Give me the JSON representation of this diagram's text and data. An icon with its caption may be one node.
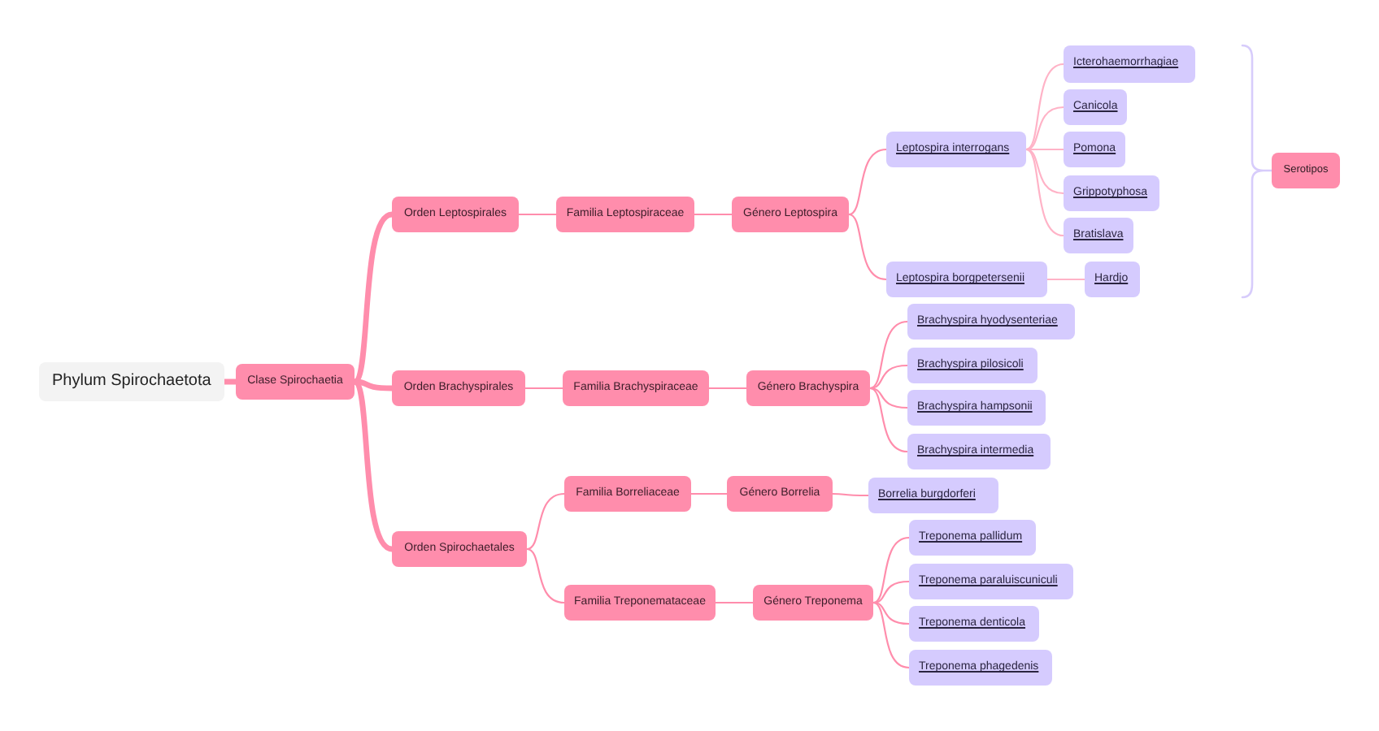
{
  "diagram": {
    "nodes": [
      {
        "text": [
          "Phylum Spirochaetota"
        ]
      },
      {
        "text": [
          "Clase Spirochaetia"
        ]
      },
      {
        "text": [
          "Orden Leptospirales"
        ]
      },
      {
        "text": [
          "Familia Leptospiraceae"
        ]
      },
      {
        "text": [
          "Género Leptospira"
        ]
      },
      {
        "text": [
          "Leptospira interrogans"
        ]
      },
      {
        "text": [
          "Icterohaemorrhagiae"
        ]
      },
      {
        "text": [
          "Canicola"
        ]
      },
      {
        "text": [
          "Pomona"
        ]
      },
      {
        "text": [
          "Grippotyphosa"
        ]
      },
      {
        "text": [
          "Bratislava"
        ]
      },
      {
        "text": [
          "Leptospira borgpetersenii"
        ]
      },
      {
        "text": [
          "Hardjo"
        ]
      },
      {
        "text": [
          "Serotipos"
        ]
      },
      {
        "text": [
          "Orden Brachyspirales"
        ]
      },
      {
        "text": [
          "Familia Brachyspiraceae"
        ]
      },
      {
        "text": [
          "Género Brachyspira"
        ]
      },
      {
        "text": [
          "Brachyspira hyodysenteriae"
        ]
      },
      {
        "text": [
          "Brachyspira pilosicoli"
        ]
      },
      {
        "text": [
          "Brachyspira hampsonii"
        ]
      },
      {
        "text": [
          "Brachyspira intermedia"
        ]
      },
      {
        "text": [
          "Orden Spirochaetales"
        ]
      },
      {
        "text": [
          "Familia Borreliaceae"
        ]
      },
      {
        "text": [
          "Género Borrelia"
        ]
      },
      {
        "text": [
          "Borrelia burgdorferi"
        ]
      },
      {
        "text": [
          "Familia Treponemataceae"
        ]
      },
      {
        "text": [
          "Género Treponema"
        ]
      },
      {
        "text": [
          "Treponema pallidum"
        ]
      },
      {
        "text": [
          "Treponema paraluiscuniculi"
        ]
      },
      {
        "text": [
          "Treponema denticola"
        ]
      },
      {
        "text": [
          "Treponema phagedenis"
        ]
      }
    ],
    "edges": [
      {
        "from": 0,
        "to": 1,
        "arrow": "none",
        "style": "thick"
      },
      {
        "from": 1,
        "to": 2,
        "arrow": "none",
        "style": "thick"
      },
      {
        "from": 1,
        "to": 14,
        "arrow": "none",
        "style": "thick"
      },
      {
        "from": 1,
        "to": 21,
        "arrow": "none",
        "style": "thick"
      },
      {
        "from": 2,
        "to": 3,
        "arrow": "none"
      },
      {
        "from": 3,
        "to": 4,
        "arrow": "none"
      },
      {
        "from": 4,
        "to": 5,
        "arrow": "none"
      },
      {
        "from": 4,
        "to": 11,
        "arrow": "none"
      },
      {
        "from": 5,
        "to": 6,
        "arrow": "none",
        "color": "#ffb3c7"
      },
      {
        "from": 5,
        "to": 7,
        "arrow": "none",
        "color": "#ffb3c7"
      },
      {
        "from": 5,
        "to": 8,
        "arrow": "none",
        "color": "#ffb3c7"
      },
      {
        "from": 5,
        "to": 9,
        "arrow": "none",
        "color": "#ffb3c7"
      },
      {
        "from": 5,
        "to": 10,
        "arrow": "none",
        "color": "#ffb3c7"
      },
      {
        "from": 11,
        "to": 12,
        "arrow": "none",
        "color": "#ffb3c7"
      },
      {
        "from": 14,
        "to": 15,
        "arrow": "none"
      },
      {
        "from": 15,
        "to": 16,
        "arrow": "none"
      },
      {
        "from": 16,
        "to": 17,
        "arrow": "none"
      },
      {
        "from": 16,
        "to": 18,
        "arrow": "none"
      },
      {
        "from": 16,
        "to": 19,
        "arrow": "none"
      },
      {
        "from": 16,
        "to": 20,
        "arrow": "none"
      },
      {
        "from": 21,
        "to": 22,
        "arrow": "none"
      },
      {
        "from": 21,
        "to": 25,
        "arrow": "none"
      },
      {
        "from": 22,
        "to": 23,
        "arrow": "none"
      },
      {
        "from": 23,
        "to": 24,
        "arrow": "none"
      },
      {
        "from": 25,
        "to": 26,
        "arrow": "none"
      },
      {
        "from": 26,
        "to": 27,
        "arrow": "none"
      },
      {
        "from": 26,
        "to": 28,
        "arrow": "none"
      },
      {
        "from": 26,
        "to": 29,
        "arrow": "none"
      },
      {
        "from": 26,
        "to": 30,
        "arrow": "none"
      }
    ]
  }
}
